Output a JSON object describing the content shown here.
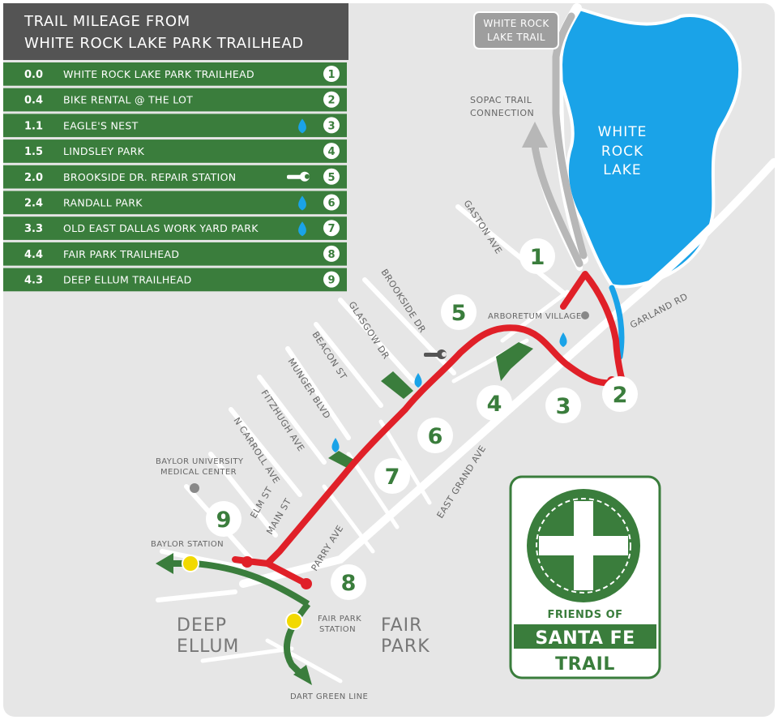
{
  "legend": {
    "title_line1": "TRAIL MILEAGE FROM",
    "title_line2": "WHITE ROCK LAKE PARK TRAILHEAD",
    "rows": [
      {
        "mile": "0.0",
        "name": "WHITE ROCK LAKE PARK TRAILHEAD",
        "num": "1",
        "icon": ""
      },
      {
        "mile": "0.4",
        "name": "BIKE RENTAL @ THE LOT",
        "num": "2",
        "icon": ""
      },
      {
        "mile": "1.1",
        "name": "EAGLE'S NEST",
        "num": "3",
        "icon": "water-drop-icon"
      },
      {
        "mile": "1.5",
        "name": "LINDSLEY PARK",
        "num": "4",
        "icon": ""
      },
      {
        "mile": "2.0",
        "name": "BROOKSIDE DR. REPAIR STATION",
        "num": "5",
        "icon": "wrench-icon"
      },
      {
        "mile": "2.4",
        "name": "RANDALL PARK",
        "num": "6",
        "icon": "water-drop-icon"
      },
      {
        "mile": "3.3",
        "name": "OLD EAST DALLAS WORK YARD PARK",
        "num": "7",
        "icon": "water-drop-icon"
      },
      {
        "mile": "4.4",
        "name": "FAIR PARK TRAILHEAD",
        "num": "8",
        "icon": ""
      },
      {
        "mile": "4.3",
        "name": "DEEP ELLUM TRAILHEAD",
        "num": "9",
        "icon": ""
      }
    ]
  },
  "lake": {
    "line1": "WHITE",
    "line2": "ROCK",
    "line3": "LAKE"
  },
  "white_rock_trail": {
    "line1": "WHITE ROCK",
    "line2": "LAKE TRAIL"
  },
  "sopac": {
    "line1": "SOPAC TRAIL",
    "line2": "CONNECTION"
  },
  "streets": {
    "gaston": "GASTON AVE",
    "garland": "GARLAND RD",
    "brookside": "BROOKSIDE DR",
    "glasgow": "GLASGOW DR",
    "beacon": "BEACON ST",
    "munger": "MUNGER BLVD",
    "fitzhugh": "FITZHUGH AVE",
    "ncarroll": "N CARROLL AVE",
    "elm": "ELM ST",
    "main": "MAIN ST",
    "parry": "PARRY AVE",
    "eastgrand": "EAST GRAND AVE"
  },
  "places": {
    "arboretum": "ARBORETUM VILLAGE",
    "baylor_med1": "BAYLOR UNIVERSITY",
    "baylor_med2": "MEDICAL CENTER",
    "baylor_station": "BAYLOR STATION",
    "fairpark_station1": "FAIR PARK",
    "fairpark_station2": "STATION",
    "dart": "DART GREEN LINE",
    "deep1": "DEEP",
    "deep2": "ELLUM",
    "fair1": "FAIR",
    "fair2": "PARK"
  },
  "markers": [
    "1",
    "2",
    "3",
    "4",
    "5",
    "6",
    "7",
    "8",
    "9"
  ],
  "logo": {
    "line1": "FRIENDS OF",
    "line2": "SANTA FE",
    "line3": "TRAIL"
  },
  "colors": {
    "trail": "#e02028",
    "green": "#3a7d3c",
    "lake": "#1aa3e8",
    "map_bg": "#e6e6e6",
    "header_bg": "#545454"
  }
}
